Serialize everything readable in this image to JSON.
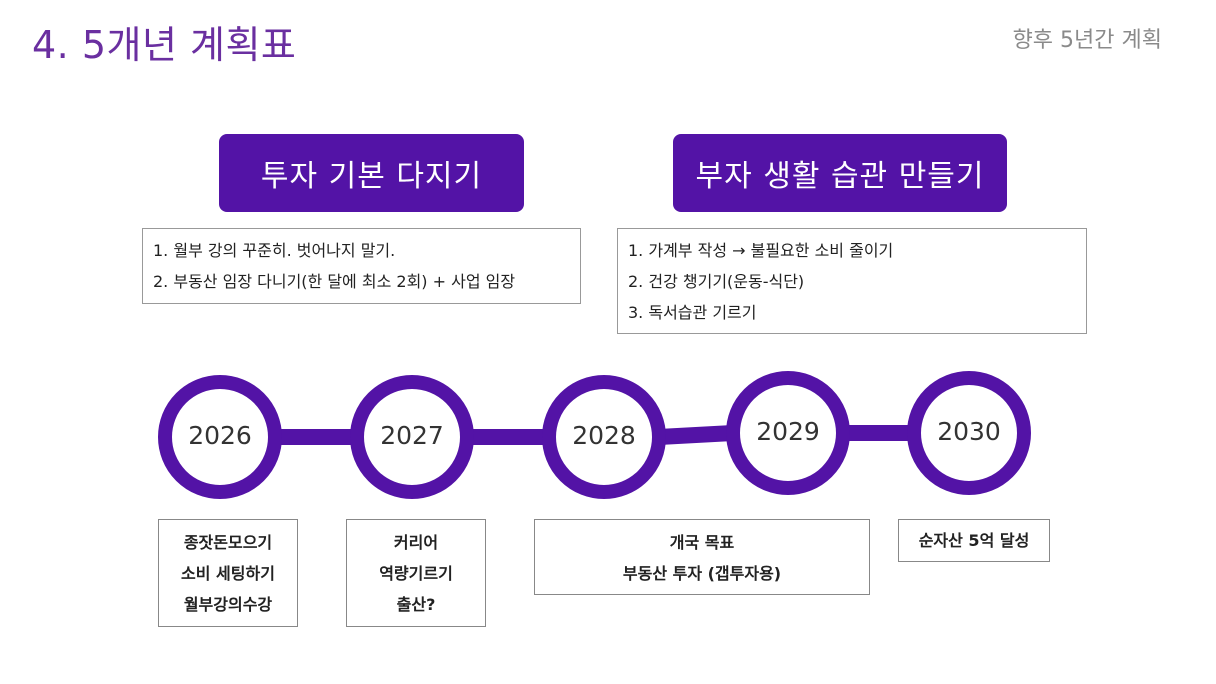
{
  "header": {
    "title": "4. 5개년 계획표",
    "subtitle": "향후 5년간 계획"
  },
  "themes": [
    {
      "title": "투자 기본 다지기",
      "items": [
        "1. 월부 강의 꾸준히. 벗어나지 말기.",
        "2. 부동산 임장 다니기(한 달에 최소 2회) + 사업 임장"
      ]
    },
    {
      "title": "부자 생활 습관 만들기",
      "items": [
        "1. 가계부 작성 → 불필요한 소비 줄이기",
        "2. 건강 챙기기(운동-식단)",
        "3. 독서습관 기르기"
      ]
    }
  ],
  "timeline": {
    "accent_color": "#5313a6",
    "years": [
      "2026",
      "2027",
      "2028",
      "2029",
      "2030"
    ],
    "milestones": [
      {
        "year": "2026",
        "lines": [
          "종잣돈모으기",
          "소비 세팅하기",
          "월부강의수강"
        ]
      },
      {
        "year": "2027",
        "lines": [
          "커리어",
          "역량기르기",
          "출산?"
        ]
      },
      {
        "year": "2028",
        "lines": [
          "개국 목표",
          "부동산 투자 (갭투자용)"
        ]
      },
      {
        "year": "2030",
        "lines": [
          "순자산 5억 달성"
        ]
      }
    ]
  }
}
